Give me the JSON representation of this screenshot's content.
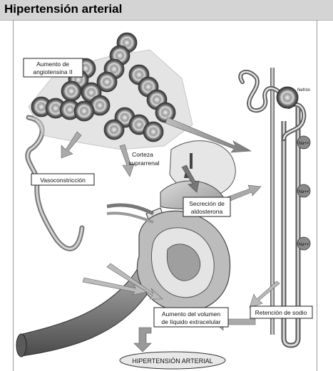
{
  "header": {
    "title": "Hipertensión arterial"
  },
  "labels": {
    "angiotensina_line1": "Aumento de",
    "angiotensina_line2": "angiotensina II",
    "vasoconstriccion": "Vasoconstricción",
    "corteza_line1": "Corteza",
    "corteza_line2": "suprarrenal",
    "secrecion_line1": "Secreción de",
    "secrecion_line2": "aldosterona",
    "volumen_line1": "Aumento del volumen",
    "volumen_line2": "de líquido extracelular",
    "retencion": "Retención de sodio",
    "hipertension": "HIPERTENSIÓN ARTERIAL",
    "nefron": "Nefrón",
    "na1": "Na++",
    "na2": "Na++",
    "na3": "Na++"
  }
}
